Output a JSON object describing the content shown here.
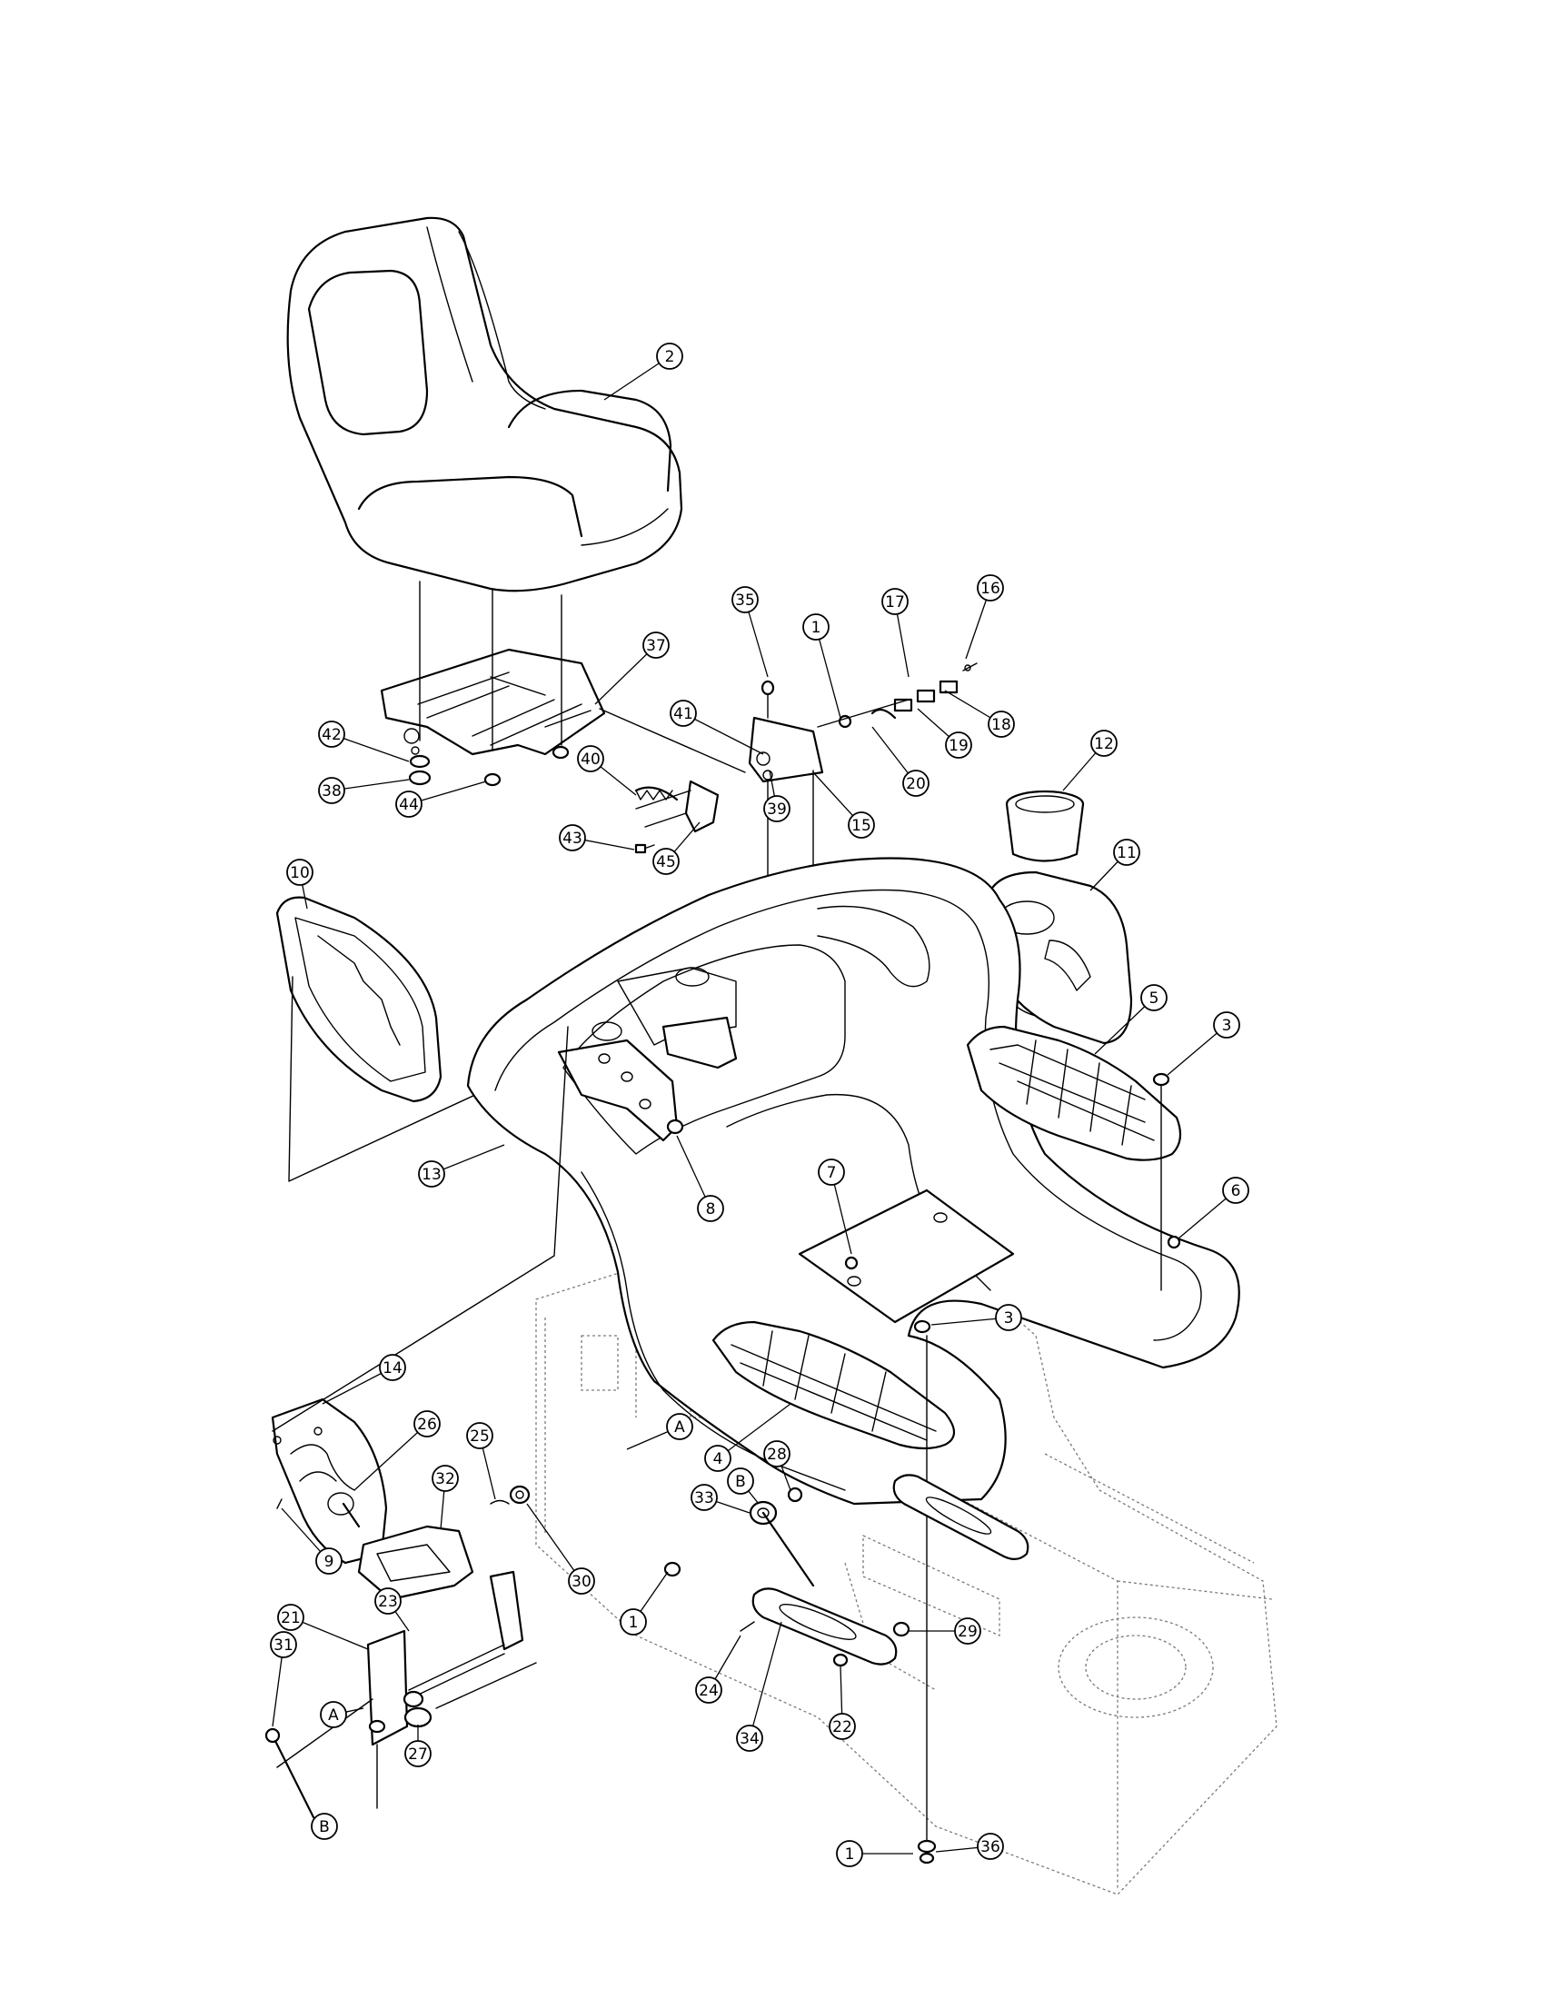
{
  "callouts": [
    {
      "id": "c2",
      "label": "2"
    },
    {
      "id": "c35",
      "label": "35"
    },
    {
      "id": "c1a",
      "label": "1"
    },
    {
      "id": "c17",
      "label": "17"
    },
    {
      "id": "c16",
      "label": "16"
    },
    {
      "id": "c37",
      "label": "37"
    },
    {
      "id": "c41",
      "label": "41"
    },
    {
      "id": "c18",
      "label": "18"
    },
    {
      "id": "c19",
      "label": "19"
    },
    {
      "id": "c20",
      "label": "20"
    },
    {
      "id": "c42",
      "label": "42"
    },
    {
      "id": "c40",
      "label": "40"
    },
    {
      "id": "c38",
      "label": "38"
    },
    {
      "id": "c44",
      "label": "44"
    },
    {
      "id": "c39",
      "label": "39"
    },
    {
      "id": "c15",
      "label": "15"
    },
    {
      "id": "c12",
      "label": "12"
    },
    {
      "id": "c43",
      "label": "43"
    },
    {
      "id": "c45",
      "label": "45"
    },
    {
      "id": "c10",
      "label": "10"
    },
    {
      "id": "c11",
      "label": "11"
    },
    {
      "id": "c5",
      "label": "5"
    },
    {
      "id": "c3a",
      "label": "3"
    },
    {
      "id": "c13",
      "label": "13"
    },
    {
      "id": "c8",
      "label": "8"
    },
    {
      "id": "c7",
      "label": "7"
    },
    {
      "id": "c6",
      "label": "6"
    },
    {
      "id": "c3b",
      "label": "3"
    },
    {
      "id": "c14",
      "label": "14"
    },
    {
      "id": "c26",
      "label": "26"
    },
    {
      "id": "c25",
      "label": "25"
    },
    {
      "id": "cA1",
      "label": "A"
    },
    {
      "id": "c4",
      "label": "4"
    },
    {
      "id": "c28",
      "label": "28"
    },
    {
      "id": "cB1",
      "label": "B"
    },
    {
      "id": "c33",
      "label": "33"
    },
    {
      "id": "c32",
      "label": "32"
    },
    {
      "id": "c9",
      "label": "9"
    },
    {
      "id": "c30",
      "label": "30"
    },
    {
      "id": "c23",
      "label": "23"
    },
    {
      "id": "c21",
      "label": "21"
    },
    {
      "id": "c1b",
      "label": "1"
    },
    {
      "id": "c29",
      "label": "29"
    },
    {
      "id": "c31",
      "label": "31"
    },
    {
      "id": "c24",
      "label": "24"
    },
    {
      "id": "cA2",
      "label": "A"
    },
    {
      "id": "c34",
      "label": "34"
    },
    {
      "id": "c22",
      "label": "22"
    },
    {
      "id": "c27",
      "label": "27"
    },
    {
      "id": "cB2",
      "label": "B"
    },
    {
      "id": "c1c",
      "label": "1"
    },
    {
      "id": "c36",
      "label": "36"
    }
  ]
}
